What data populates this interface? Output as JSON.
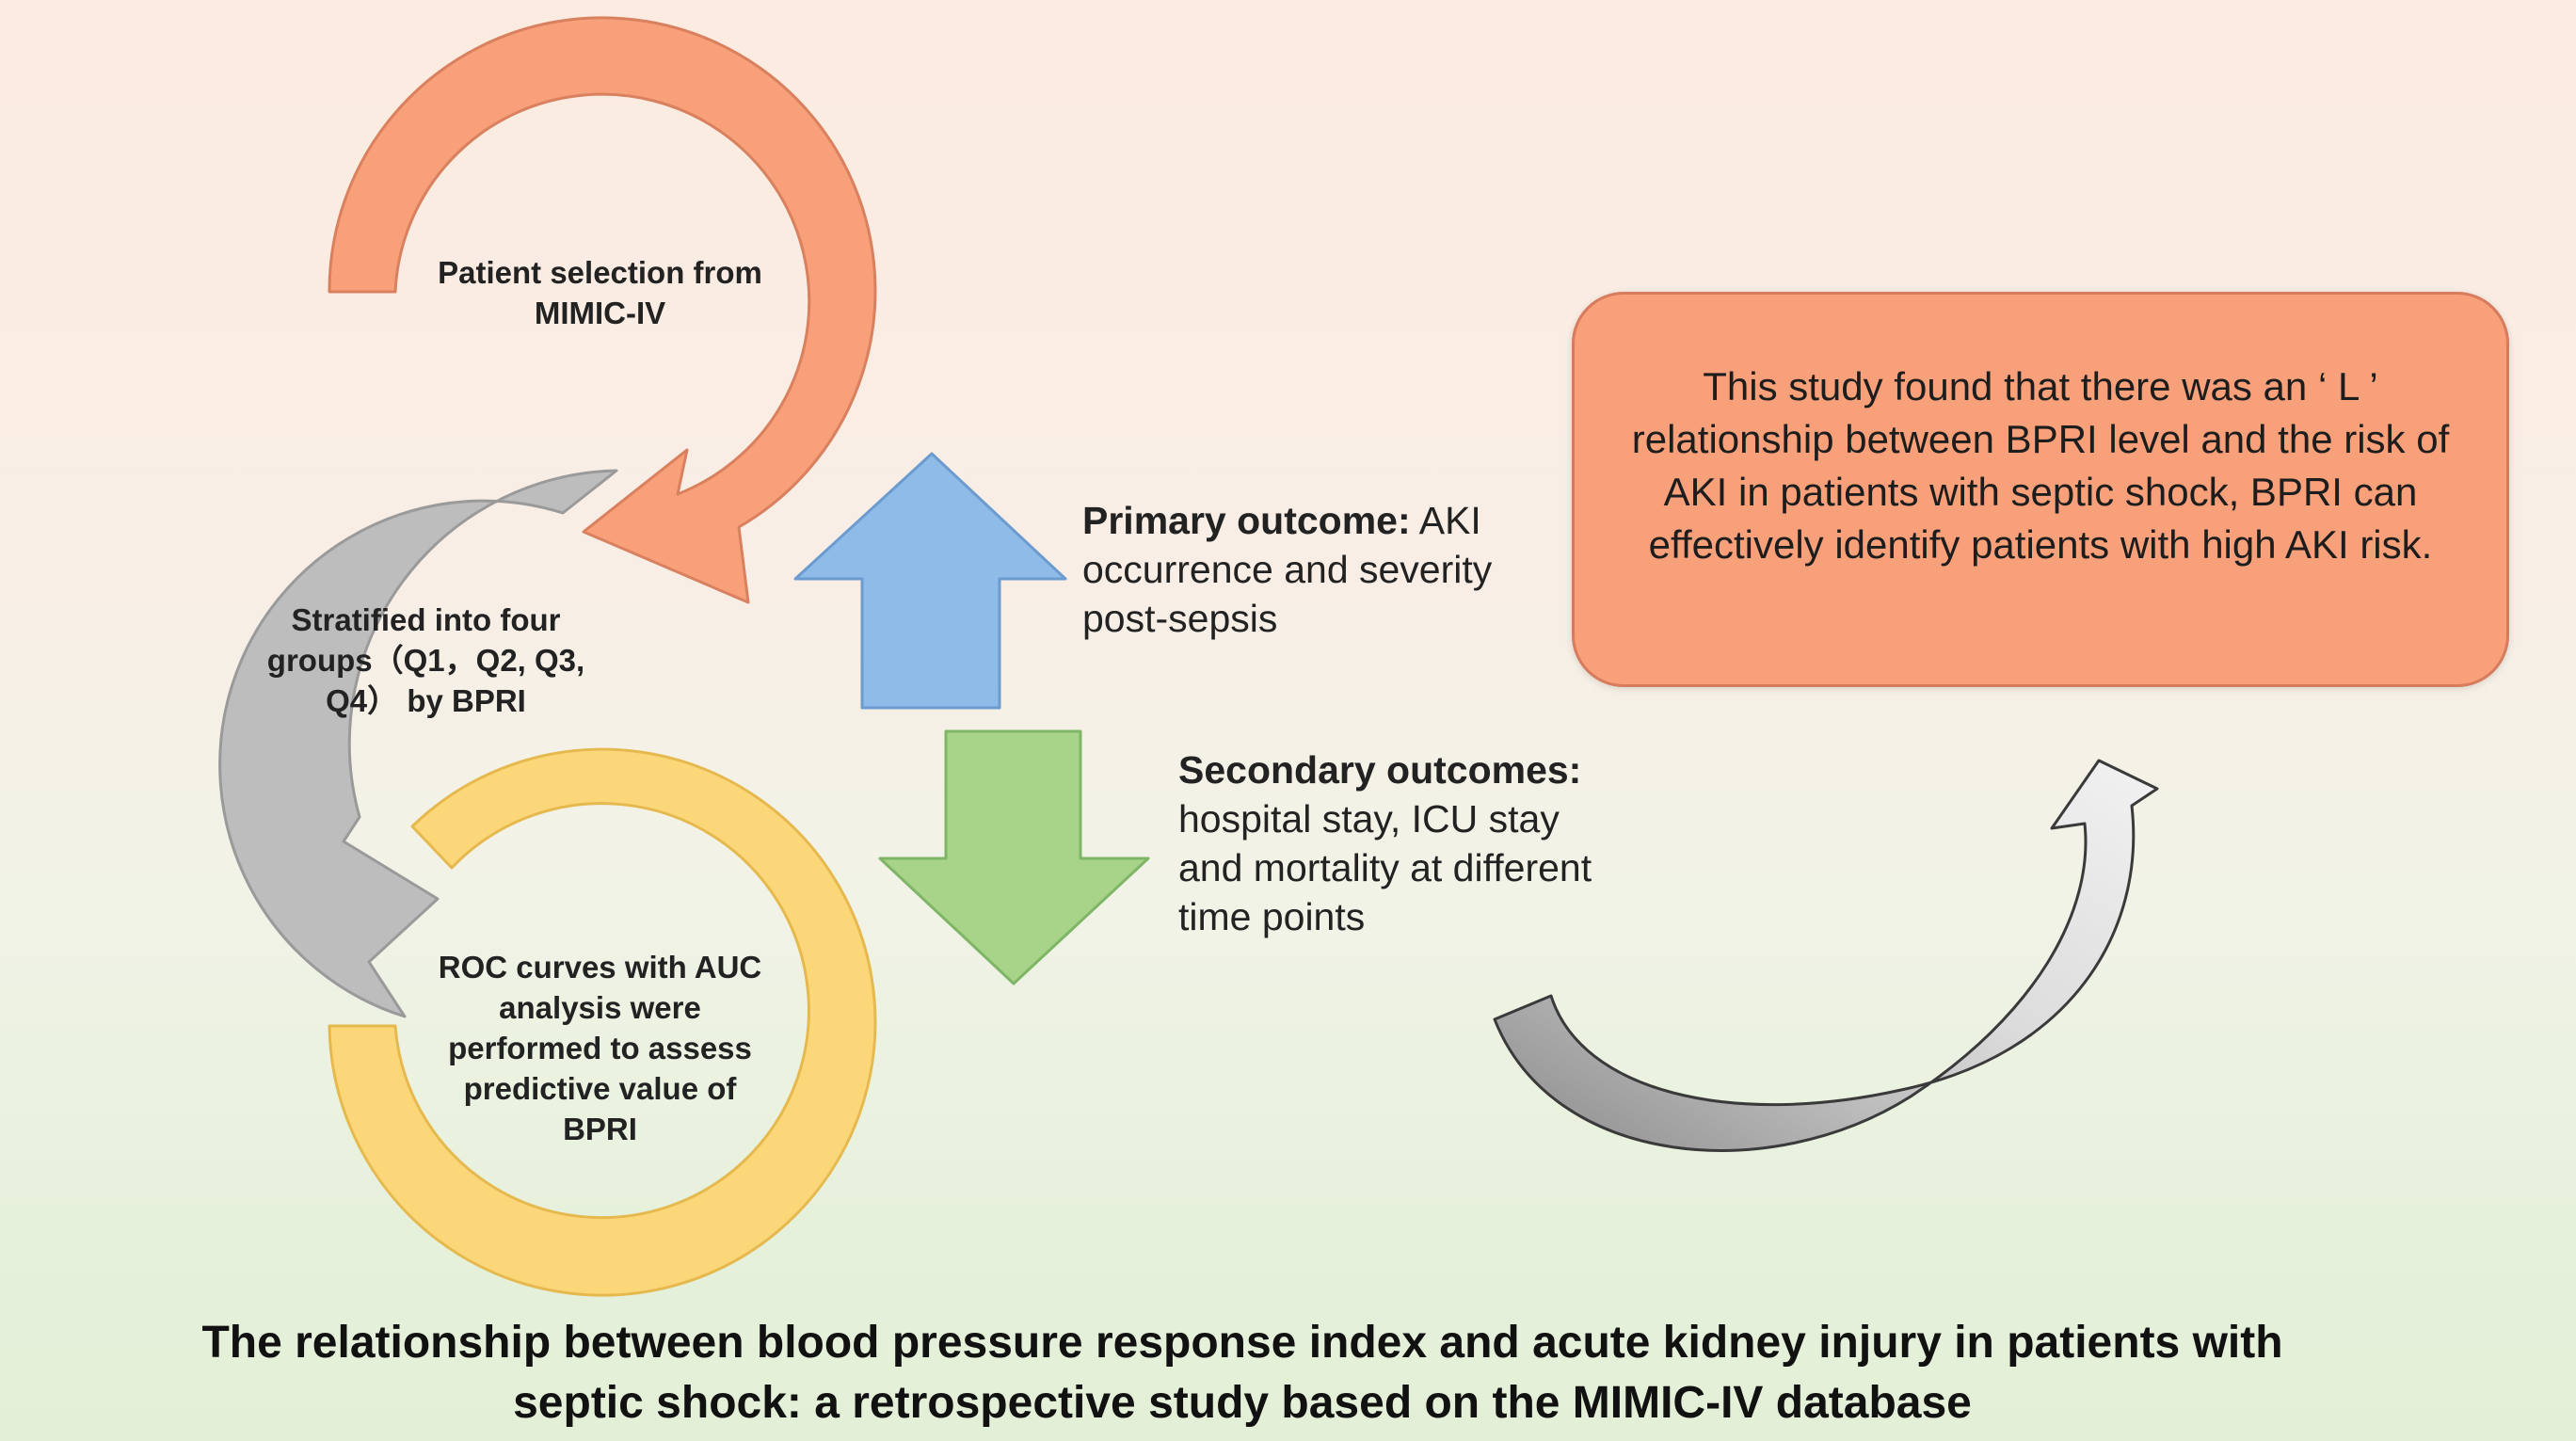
{
  "colors": {
    "orange": "#f7a07a",
    "gray": "#bdbdbd",
    "yellow": "#fbd77a",
    "blue": "#8fbbe8",
    "green": "#a8d489",
    "finding_box": "#f7a07a"
  },
  "steps": [
    {
      "label": "Patient selection from MIMIC-IV"
    },
    {
      "label": "Stratified into four groups（Q1，Q2, Q3, Q4） by BPRI"
    },
    {
      "label": "ROC curves with AUC analysis were performed to assess predictive value of BPRI"
    }
  ],
  "primary": {
    "heading": "Primary outcome:",
    "text": " AKI occurrence and severity post-sepsis"
  },
  "secondary": {
    "heading": "Secondary outcomes:",
    "text": " hospital stay, ICU stay and mortality at different time points"
  },
  "finding": {
    "text": "This study found that there was an ‘ L ’ relationship between BPRI level and the risk of AKI in patients with septic shock, BPRI can effectively identify patients with high AKI risk."
  },
  "title": {
    "line1": "The relationship between blood pressure response index and acute kidney injury in patients with",
    "line2": "septic shock: a retrospective study based on the MIMIC-IV database"
  }
}
